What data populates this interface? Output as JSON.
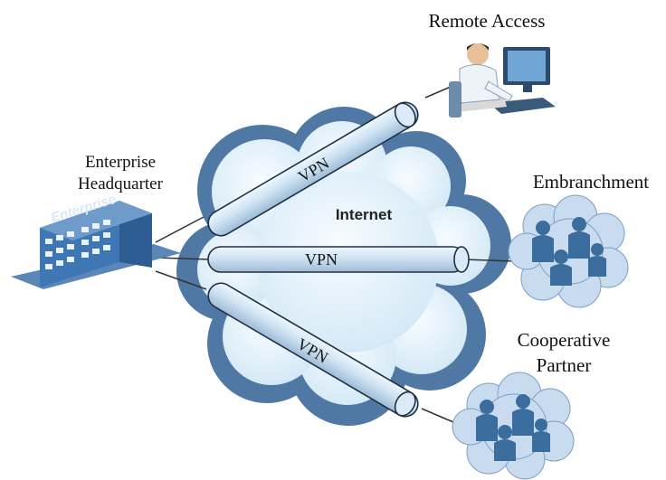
{
  "labels": {
    "remote_access": "Remote Access",
    "enterprise_line1": "Enterprise",
    "enterprise_line2": "Headquarter",
    "embranchment": "Embranchment",
    "cooperative_line1": "Cooperative",
    "cooperative_line2": "Partner",
    "internet": "Internet",
    "vpn_top": "VPN",
    "vpn_middle": "VPN",
    "vpn_bottom": "VPN",
    "building_sign": "Enterprise"
  },
  "colors": {
    "cloud_outer": "#4f78a5",
    "cloud_inner": "#e6f3fb",
    "tunnel_fill": "#cfe3f3",
    "tunnel_stroke": "#1e2f45",
    "building_front": "#3f77b5",
    "building_side": "#2d5c93",
    "people": "#3a6c9e",
    "group_cloud": "#c9dcef"
  },
  "icons": [
    "office-building-icon",
    "computer-user-icon",
    "branch-group-icon",
    "partner-group-icon",
    "internet-cloud-icon"
  ]
}
